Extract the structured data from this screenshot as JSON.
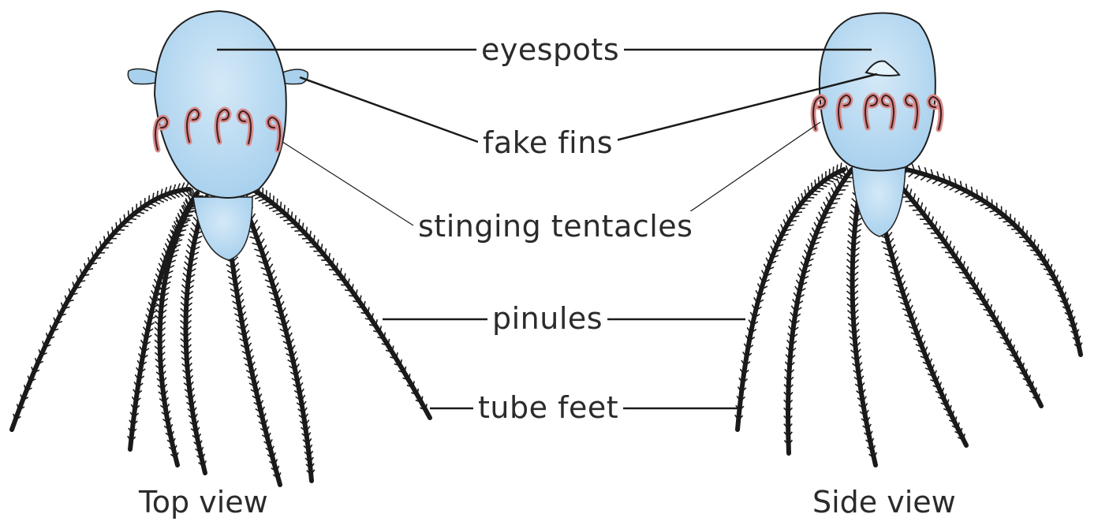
{
  "labels": {
    "eyespots": "eyespots",
    "fake_fins": "fake fins",
    "stinging_tentacles": "stinging tentacles",
    "pinules": "pinules",
    "tube_feet": "tube feet"
  },
  "captions": {
    "top_view": "Top view",
    "side_view": "Side view"
  },
  "colors": {
    "body": "#b8daf0",
    "body_outline": "#1f1f1f",
    "tentacle_hook": "#d98a8a",
    "arm": "#1a1a1a",
    "leader_line": "#1a1a1a"
  }
}
